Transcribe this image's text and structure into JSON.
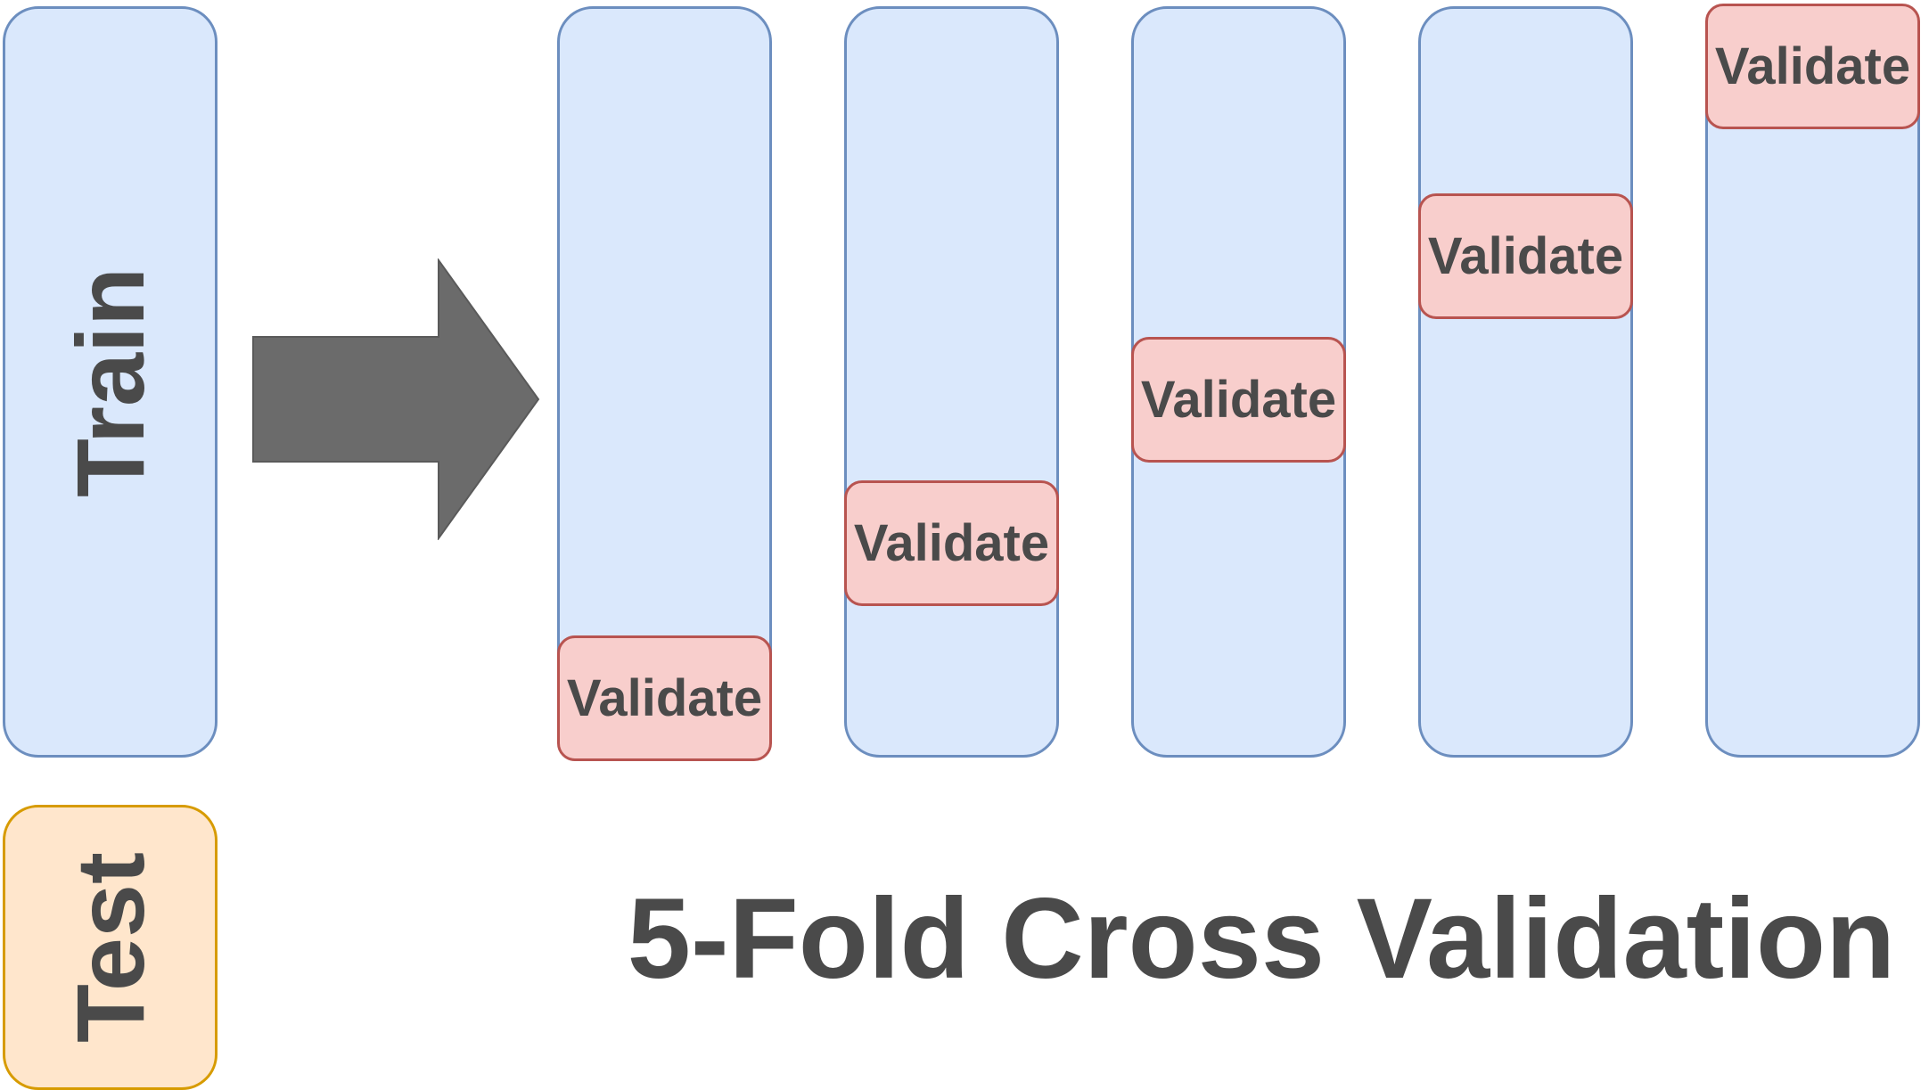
{
  "labels": {
    "train": "Train",
    "test": "Test",
    "validate": "Validate",
    "title": "5-Fold Cross Validation"
  },
  "colors": {
    "train_fill": "#dae8fc",
    "train_stroke": "#6c8ebf",
    "test_fill": "#ffe6cc",
    "test_stroke": "#d79b00",
    "validate_fill": "#f8cecc",
    "validate_stroke": "#b85450",
    "arrow": "#6b6b6b",
    "text": "#4a4a4a"
  },
  "folds": [
    {
      "validate_label": "Validate"
    },
    {
      "validate_label": "Validate"
    },
    {
      "validate_label": "Validate"
    },
    {
      "validate_label": "Validate"
    },
    {
      "validate_label": "Validate"
    }
  ]
}
